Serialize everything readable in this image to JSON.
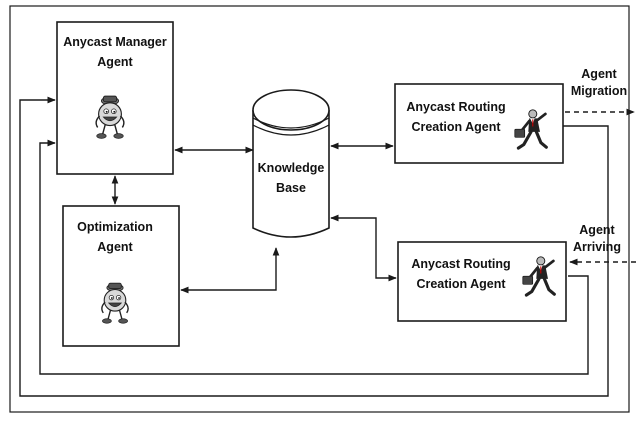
{
  "nodes": {
    "manager": {
      "line1": "Anycast Manager",
      "line2": "Agent"
    },
    "optimization": {
      "line1": "Optimization",
      "line2": "Agent"
    },
    "knowledge_base": {
      "line1": "Knowledge",
      "line2": "Base"
    },
    "routing_top": {
      "line1": "Anycast Routing",
      "line2": "Creation Agent"
    },
    "routing_bottom": {
      "line1": "Anycast Routing",
      "line2": "Creation Agent"
    }
  },
  "edge_labels": {
    "migration": {
      "line1": "Agent",
      "line2": "Migration"
    },
    "arriving": {
      "line1": "Agent",
      "line2": "Arriving"
    }
  },
  "icons": {
    "manager_mascot": "smiling-agent-mascot-icon",
    "optimization_mascot": "smiling-agent-mascot-icon",
    "routing_top_traveler": "running-businessman-with-briefcase-icon",
    "routing_bottom_traveler": "running-businessman-with-briefcase-icon"
  },
  "colors": {
    "stroke": "#1a1a1a",
    "background": "#ffffff"
  }
}
